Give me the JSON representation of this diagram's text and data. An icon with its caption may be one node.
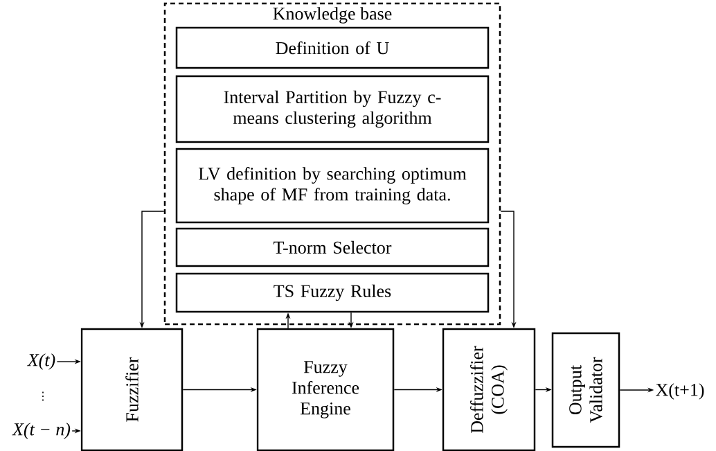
{
  "diagram": {
    "nodes": [
      {
        "text": [
          "Knowledge base"
        ]
      },
      {
        "text": [
          "Definition of U"
        ],
        "in": 0
      },
      {
        "text": [
          "Interval Partition by Fuzzy c-means clustering algorithm"
        ],
        "in": 0
      },
      {
        "text": [
          "LV definition by searching optimum shape of MF from training data."
        ],
        "in": 0
      },
      {
        "text": [
          "T-norm Selector"
        ],
        "in": 0
      },
      {
        "text": [
          "TS Fuzzy Rules"
        ],
        "in": 0
      },
      {
        "text": [
          "Fuzzifier"
        ]
      },
      {
        "text": [
          "Fuzzy Inference Engine"
        ]
      },
      {
        "text": [
          "Deffuzzifier (COA)"
        ]
      },
      {
        "text": [
          "Output Validator"
        ]
      },
      {
        "text": [
          "X(t)"
        ]
      },
      {
        "text": [
          "X(t − n)"
        ]
      },
      {
        "text": [
          "X(t+1)"
        ]
      }
    ],
    "edges": [
      {
        "from": 0,
        "to": 6,
        "arrow": "to"
      },
      {
        "from": 0,
        "to": 8,
        "arrow": "to"
      },
      {
        "from": 7,
        "to": 5,
        "arrow": "to"
      },
      {
        "from": 5,
        "to": 7,
        "arrow": "to"
      },
      {
        "from": 10,
        "to": 6,
        "arrow": "to"
      },
      {
        "from": 11,
        "to": 6,
        "arrow": "to"
      },
      {
        "from": 6,
        "to": 7,
        "arrow": "to"
      },
      {
        "from": 7,
        "to": 8,
        "arrow": "to"
      },
      {
        "from": 8,
        "to": 9,
        "arrow": "to"
      },
      {
        "from": 9,
        "to": 12,
        "arrow": "to"
      }
    ],
    "labels": [
      "⋮"
    ]
  }
}
